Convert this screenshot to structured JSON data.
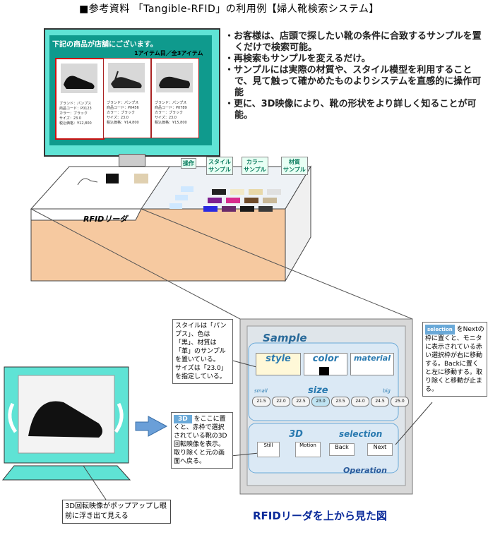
{
  "header": {
    "title": "■参考資料 「Tangible-RFID」の利用例【婦人靴検索システム】"
  },
  "bullets": [
    "・お客様は、店頭で探したい靴の条件に合致するサンプルを置くだけで検索可能。",
    "・再検索もサンプルを変えるだけ。",
    "・サンプルには実際の材質や、スタイル模型を利用することで、見て触って確かめたものよりシステムを直感的に操作可能",
    "・更に、3D映像により、靴の形状をより詳しく知ることが可能。"
  ],
  "monitor": {
    "heading": "下記の商品が店舗にございます。",
    "subheading": "1アイテム目／全3アイテム",
    "items": [
      {
        "lines": [
          "ブランド：パンプス",
          "商品コード：P0123",
          "カラー：ブラック",
          "サイズ：23.0",
          "税込価格：¥12,800"
        ]
      },
      {
        "lines": [
          "ブランド：パンプス",
          "商品コード：P0456",
          "カラー：ブラック",
          "サイズ：23.0",
          "税込価格：¥14,800"
        ]
      },
      {
        "lines": [
          "ブランド：パンプス",
          "商品コード：P0789",
          "カラー：ブラック",
          "サイズ：23.0",
          "税込価格：¥15,800"
        ]
      }
    ]
  },
  "cabinet": {
    "tags": {
      "operation": "操作",
      "style": "スタイル\nサンプル",
      "color": "カラー\nサンプル",
      "material": "材質\nサンプル"
    },
    "rfid_label": "RFIDリーダ"
  },
  "reader": {
    "sample_title": "Sample",
    "style_label": "style",
    "color_label": "color",
    "material_label": "material",
    "size_label": "size",
    "size_small": "small",
    "size_big": "big",
    "sizes": [
      "21.5",
      "22.0",
      "22.5",
      "23.0",
      "23.5",
      "24.0",
      "24.5",
      "25.0"
    ],
    "btn_3d": "3D",
    "still": "Still",
    "motion": "Motion",
    "selection": "selection",
    "back": "Back",
    "next": "Next",
    "operation": "Operation",
    "caption": "RFIDリーダを上から見た図"
  },
  "notes": {
    "style_note": "スタイルは「パンプス」、色は「黒」、材質は「革」のサンプルを置いている。\nサイズは「23.0」を指定している。",
    "chip_3d": "3D",
    "note_3d": "をここに置くと、赤枠で選択されている靴の3D回転映像を表示。取り除くと元の画面へ戻る。",
    "chip_selection": "selection",
    "note_selection": "をNextの枠に置くと、モニタに表示されている赤い選択枠が右に移動する。Backに置くと左に移動する。取り除くと移動が止まる。",
    "popup_caption": "3D回転映像がポップアップし眼前に浮き出て見える"
  },
  "colors": {
    "teal_frame": "#5fe3d5",
    "teal_screen": "#0f9a8d",
    "cabinet_front": "#f6c9a0",
    "panel_blue": "#cfe0f2",
    "accent_blue": "#2a7ab0"
  }
}
